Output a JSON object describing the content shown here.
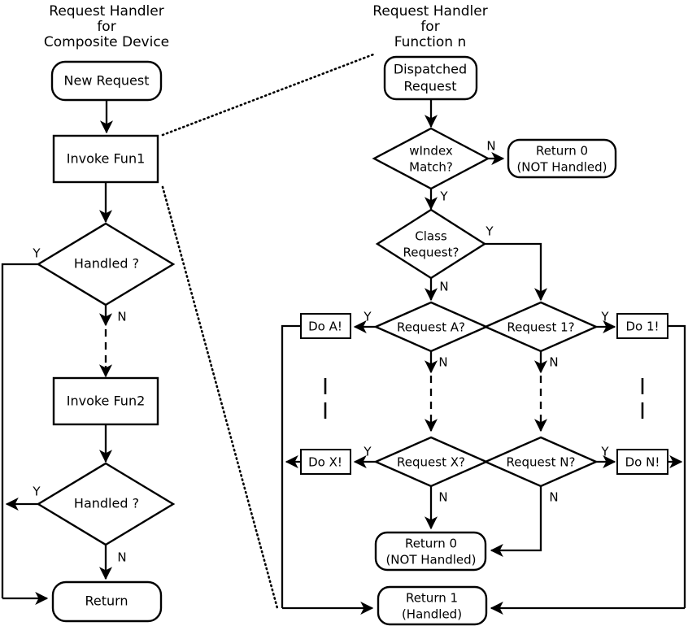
{
  "diagram": {
    "title_left": "Request Handler for Composite Device",
    "title_right": "Request Handler for Function n",
    "background": "#ffffff",
    "line_color": "#000000"
  },
  "left_column": {
    "heading": {
      "line1": "Request Handler",
      "line2": "for",
      "line3": "Composite Device"
    },
    "nodes": {
      "new_request": "New Request",
      "invoke_fun1": "Invoke Fun1",
      "handled_1": "Handled ?",
      "invoke_fun2": "Invoke Fun2",
      "handled_2": "Handled ?",
      "return": "Return"
    },
    "edge_labels": {
      "handled1_yes": "Y",
      "handled1_no": "N",
      "handled2_yes": "Y",
      "handled2_no": "N"
    }
  },
  "right_column": {
    "heading": {
      "line1": "Request Handler",
      "line2": "for",
      "line3": "Function n"
    },
    "nodes": {
      "dispatched_request_l1": "Dispatched",
      "dispatched_request_l2": "Request",
      "windex_match_l1": "wIndex",
      "windex_match_l2": "Match?",
      "return0_top_l1": "Return 0",
      "return0_top_l2": "(NOT Handled)",
      "class_request_l1": "Class",
      "class_request_l2": "Request?",
      "request_a": "Request A?",
      "request_1": "Request 1?",
      "request_x": "Request X?",
      "request_n": "Request N?",
      "do_a": "Do A!",
      "do_1": "Do 1!",
      "do_x": "Do X!",
      "do_n": "Do N!",
      "return0_bottom_l1": "Return 0",
      "return0_bottom_l2": "(NOT Handled)",
      "return1_l1": "Return 1",
      "return1_l2": "(Handled)"
    },
    "edge_labels": {
      "windex_no": "N",
      "windex_yes": "Y",
      "class_yes": "Y",
      "class_no": "N",
      "request_a_yes": "Y",
      "request_a_no": "N",
      "request_1_yes": "Y",
      "request_1_no": "N",
      "request_x_yes": "Y",
      "request_x_no": "N",
      "request_n_yes": "Y",
      "request_n_no": "N"
    }
  }
}
